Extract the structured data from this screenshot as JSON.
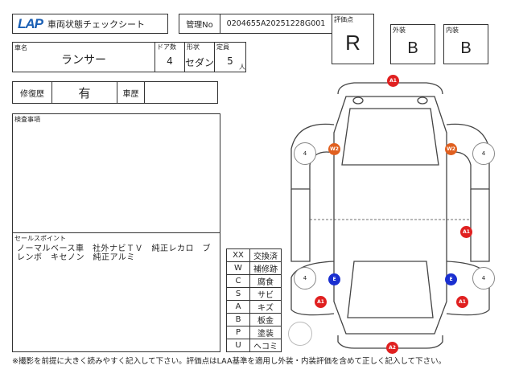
{
  "header": {
    "logo": "LAP",
    "title": "車両状態チェックシート",
    "mgmt_label": "管理No",
    "mgmt_no": "0204655A20251228G001"
  },
  "scores": {
    "score_label": "評価点",
    "score": "R",
    "exterior_label": "外装",
    "exterior": "B",
    "interior_label": "内装",
    "interior": "B"
  },
  "car": {
    "name_label": "車名",
    "name": "ランサー",
    "doors_label": "ドア数",
    "doors": "4",
    "shape_label": "形状",
    "shape": "セダン",
    "capacity_label": "定員",
    "capacity": "5",
    "capacity_unit": "人"
  },
  "history": {
    "repair_label": "修復歴",
    "repair": "有",
    "car_history_label": "車歴",
    "car_history": ""
  },
  "inspection": {
    "label": "検査事項",
    "text": ""
  },
  "sales": {
    "label": "セールスポイント",
    "text": "ノーマルベース車　社外ナビＴＶ　純正レカロ　ブレンボ　キセノン　純正アルミ"
  },
  "legend": [
    [
      "XX",
      "交換済"
    ],
    [
      "W",
      "補修跡"
    ],
    [
      "C",
      "腐食"
    ],
    [
      "S",
      "サビ"
    ],
    [
      "A",
      "キズ"
    ],
    [
      "B",
      "板金"
    ],
    [
      "P",
      "塗装"
    ],
    [
      "U",
      "ヘコミ"
    ]
  ],
  "markers": [
    {
      "code": "A1",
      "color": "#e02020"
    },
    {
      "code": "W2",
      "color": "#e06020"
    },
    {
      "code": "W2",
      "color": "#e06020"
    },
    {
      "code": "A1",
      "color": "#e02020"
    },
    {
      "code": "E",
      "color": "#1a2fd0"
    },
    {
      "code": "E",
      "color": "#1a2fd0"
    },
    {
      "code": "A1",
      "color": "#e02020"
    },
    {
      "code": "A1",
      "color": "#e02020"
    },
    {
      "code": "A2",
      "color": "#e02020"
    }
  ],
  "tires": [
    "4",
    "4",
    "4",
    "4"
  ],
  "footer": "※撮影を前提に大きく読みやすく記入して下さい。評価点はLAA基準を適用し外装・内装評価を含めて正しく記入して下さい。"
}
